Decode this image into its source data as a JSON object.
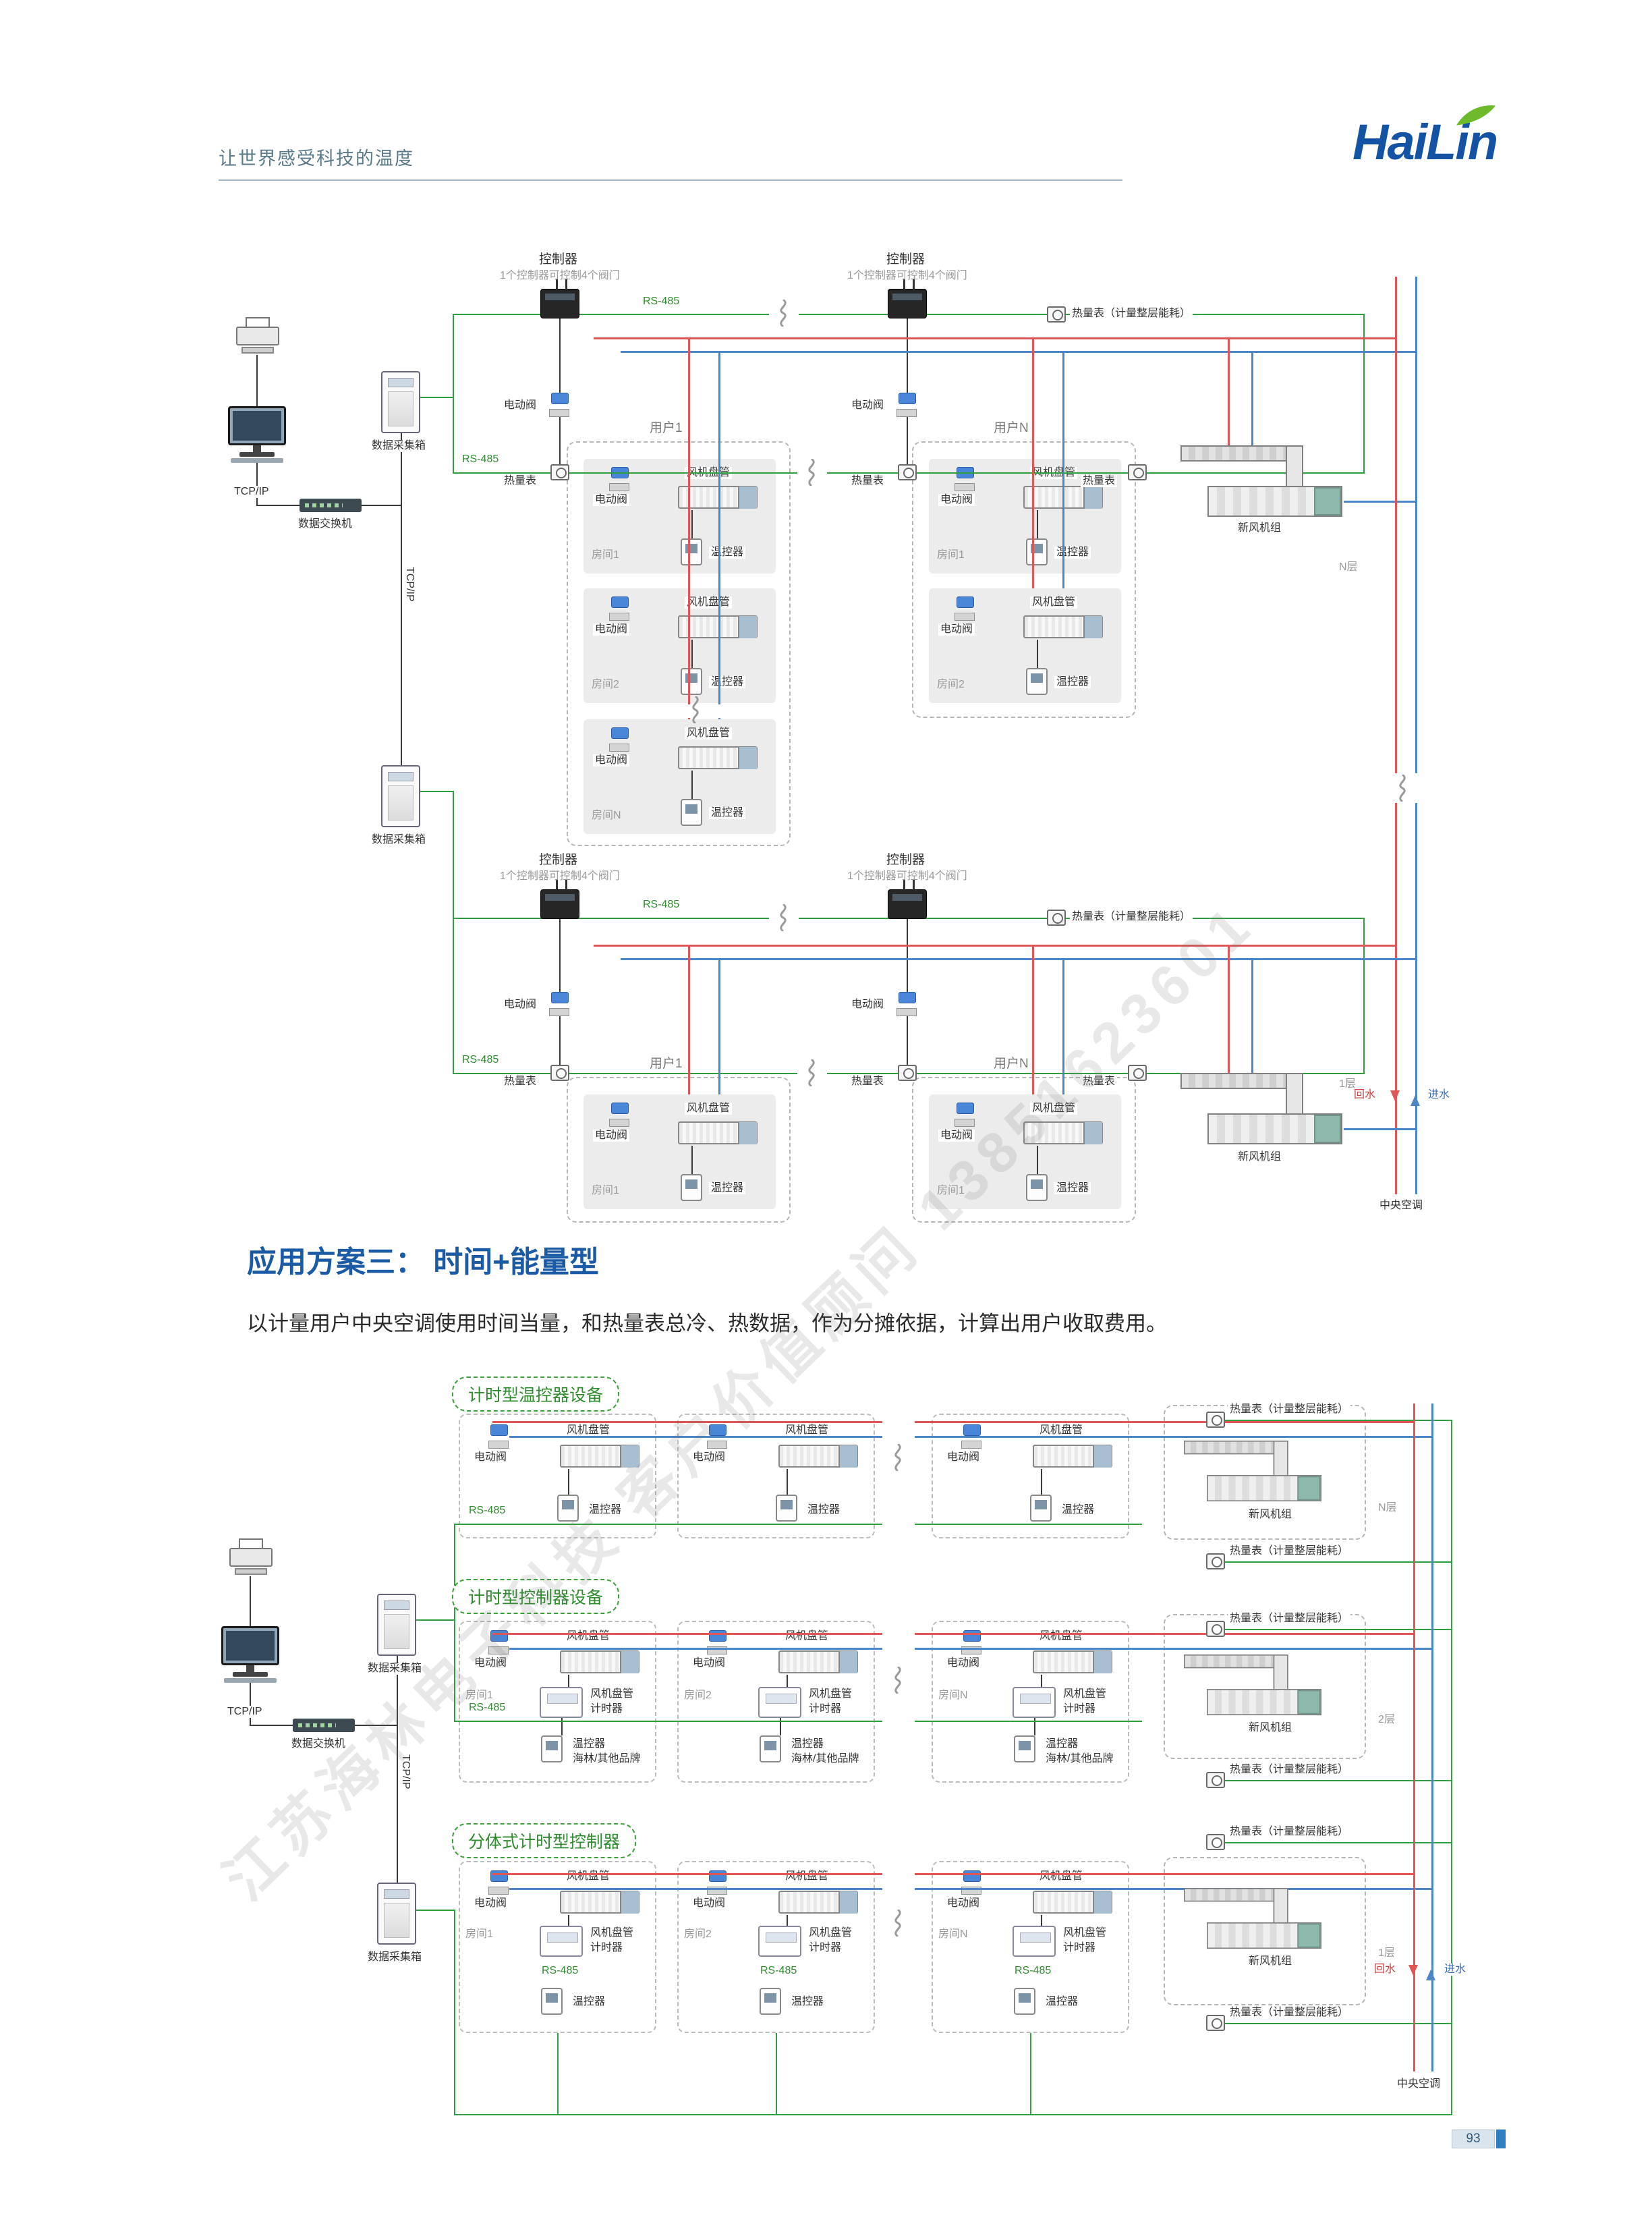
{
  "header": {
    "tagline": "让世界感受科技的温度",
    "logo_text": "HaiLin"
  },
  "section3": {
    "title": "应用方案三： 时间+能量型",
    "description": "以计量用户中央空调使用时间当量，和热量表总冷、热数据，作为分摊依据，计算出用户收取费用。"
  },
  "labels": {
    "controller": "控制器",
    "controller_note": "1个控制器可控制4个阀门",
    "rs485": "RS-485",
    "tcpip": "TCP/IP",
    "data_switch": "数据交换机",
    "data_collector": "数据采集箱",
    "valve": "电动阀",
    "heat_meter": "热量表",
    "heat_meter_floor": "热量表（计量整层能耗）",
    "fan_coil": "风机盘管",
    "thermostat": "温控器",
    "timer": "计时器",
    "thermostat_brands": "海林/其他品牌",
    "user1": "用户1",
    "userN": "用户N",
    "room1": "房间1",
    "room2": "房间2",
    "roomN": "房间N",
    "fresh_air_unit": "新风机组",
    "floor_n": "N层",
    "floor_2": "2层",
    "floor_1": "1层",
    "return_water": "回水",
    "supply_water": "进水",
    "central_ac": "中央空调",
    "scheme1": "计时型温控器设备",
    "scheme2": "计时型控制器设备",
    "scheme3": "分体式计时型控制器"
  },
  "watermark": "江苏海林电子科技 客户价值顾问 13851623601",
  "footer": {
    "page_number": "93"
  }
}
